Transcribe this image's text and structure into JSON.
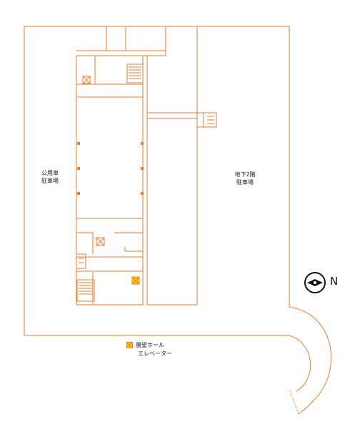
{
  "labels": {
    "public_parking": [
      "公用車",
      "駐車場"
    ],
    "b2_parking": [
      "地下2階",
      "駐車場"
    ]
  },
  "compass": {
    "letter": "N",
    "icon": "compass-icon"
  },
  "legend": {
    "icon": "elevator-marker-icon",
    "line1": "展望ホール",
    "line2": "エレベーター"
  },
  "colors": {
    "outline": "#e8742a",
    "wall": "#f07a2a",
    "elevator_highlight": "#f5d200",
    "compass": "#111111"
  }
}
